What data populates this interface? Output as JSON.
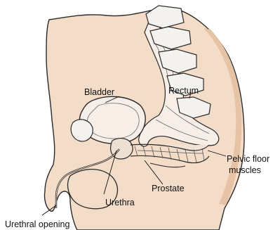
{
  "labels": {
    "bladder": "Bladder",
    "rectum": "Rectum",
    "pelvic_floor_line1": "Pelvic floor",
    "pelvic_floor_line2": "muscles",
    "prostate": "Prostate",
    "urethra": "Urethra",
    "urethral_opening": "Urethral opening"
  },
  "colors": {
    "skin": "#f3dcc8",
    "skin_shadow": "#e7c3a6",
    "outline": "#2a2a2a",
    "spine": "#f4f2ef",
    "label_text": "#111111"
  }
}
